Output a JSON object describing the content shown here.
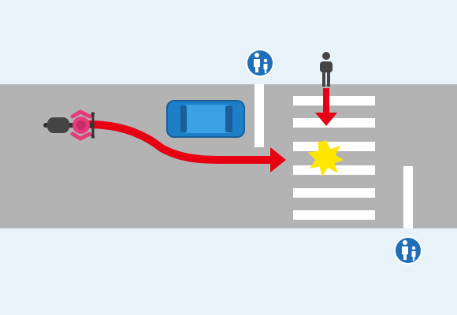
{
  "scene": {
    "background_color": "#e8f2f9",
    "road_color": "#b3b3b3",
    "marking_color": "#ffffff",
    "path_color": "#e60012",
    "sign_color": "#1f6fb8",
    "impact_color": "#ffe600",
    "car_color": "#1d7fc8"
  },
  "elements": {
    "road": "road",
    "crosswalk": "pedestrian-crossing",
    "stop_lines": 2,
    "signs": [
      "pedestrian-crossing-sign-icon",
      "pedestrian-crossing-sign-icon"
    ],
    "vehicles": [
      "motorcycle-icon",
      "car-icon"
    ],
    "pedestrian": "pedestrian-icon",
    "collision": "collision-icon"
  }
}
